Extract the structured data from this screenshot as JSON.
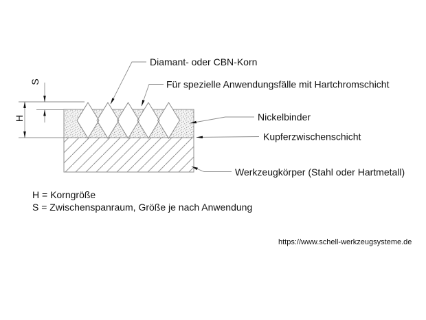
{
  "diagram": {
    "title_hint": "Schema einer galvanisch belegten Diamant-/CBN-Schicht",
    "labels": {
      "grain": "Diamant- oder CBN-Korn",
      "hartchrom": "Für spezielle Anwendungsfälle mit Hartchromschicht",
      "nickel": "Nickelbinder",
      "kupfer": "Kupferzwischenschicht",
      "werkzeug": "Werkzeugkörper (Stahl oder Hartmetall)"
    },
    "dimensions": {
      "s": "S",
      "h": "H"
    },
    "legend": {
      "h": "H = Korngröße",
      "s": "S = Zwischenspanraum, Größe je nach Anwendung"
    },
    "footer_url": "https://www.schell-werkzeugsysteme.de",
    "colors": {
      "line": "#8c8c8c",
      "text": "#111111",
      "arrow": "#111111",
      "stipple_dot": "#9c9c9c",
      "stipple_bg": "#f5f5f5",
      "hatch_line": "#979797"
    }
  }
}
